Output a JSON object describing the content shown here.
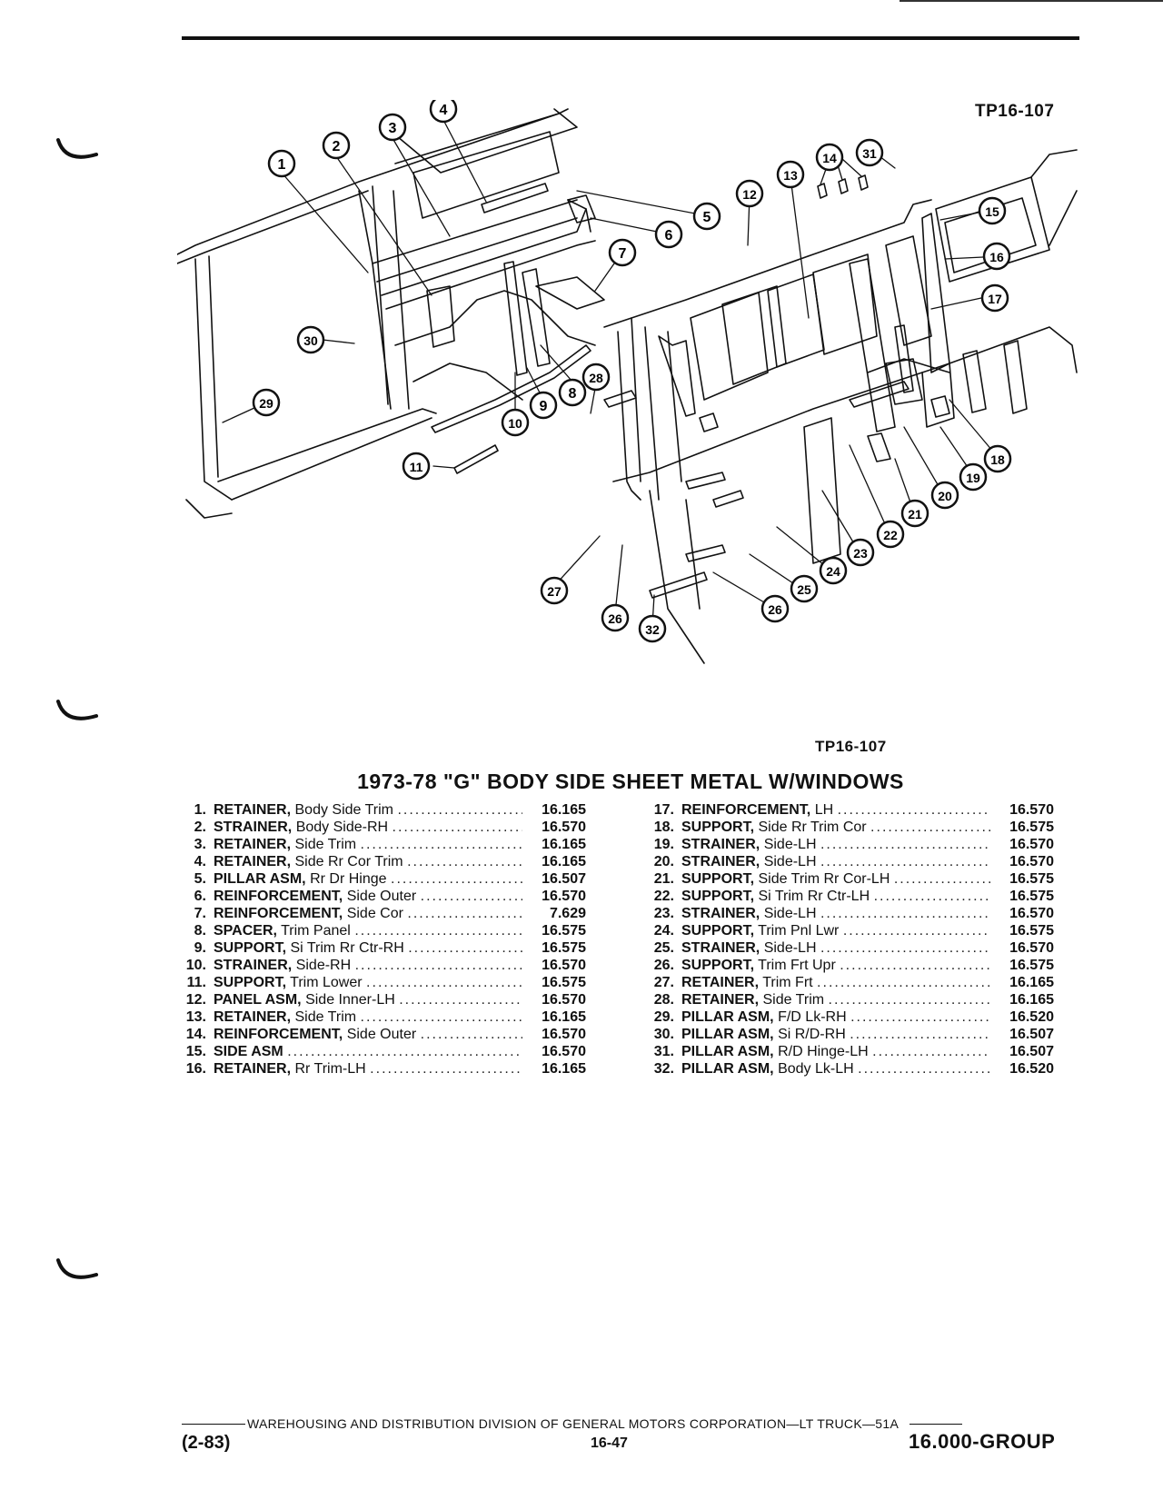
{
  "figure_code_top": "TP16-107",
  "figure_code_mid": "TP16-107",
  "title": "1973-78 \"G\" BODY SIDE SHEET METAL W/WINDOWS",
  "callouts": [
    "1",
    "2",
    "3",
    "4",
    "5",
    "6",
    "7",
    "8",
    "9",
    "10",
    "11",
    "12",
    "13",
    "14",
    "15",
    "16",
    "17",
    "18",
    "19",
    "20",
    "21",
    "22",
    "23",
    "24",
    "25",
    "26",
    "26",
    "27",
    "28",
    "29",
    "30",
    "31",
    "32"
  ],
  "parts_left": [
    {
      "num": "1.",
      "name": "RETAINER,",
      "desc": "Body Side Trim",
      "code": "16.165"
    },
    {
      "num": "2.",
      "name": "STRAINER,",
      "desc": "Body Side-RH",
      "code": "16.570"
    },
    {
      "num": "3.",
      "name": "RETAINER,",
      "desc": "Side Trim",
      "code": "16.165"
    },
    {
      "num": "4.",
      "name": "RETAINER,",
      "desc": "Side Rr Cor Trim",
      "code": "16.165"
    },
    {
      "num": "5.",
      "name": "PILLAR ASM,",
      "desc": "Rr Dr Hinge",
      "code": "16.507"
    },
    {
      "num": "6.",
      "name": "REINFORCEMENT,",
      "desc": "Side Outer",
      "code": "16.570"
    },
    {
      "num": "7.",
      "name": "REINFORCEMENT,",
      "desc": "Side Cor",
      "code": "7.629"
    },
    {
      "num": "8.",
      "name": "SPACER,",
      "desc": "Trim Panel",
      "code": "16.575"
    },
    {
      "num": "9.",
      "name": "SUPPORT,",
      "desc": "Si Trim Rr Ctr-RH",
      "code": "16.575"
    },
    {
      "num": "10.",
      "name": "STRAINER,",
      "desc": "Side-RH",
      "code": "16.570"
    },
    {
      "num": "11.",
      "name": "SUPPORT,",
      "desc": "Trim Lower",
      "code": "16.575"
    },
    {
      "num": "12.",
      "name": "PANEL ASM,",
      "desc": "Side Inner-LH",
      "code": "16.570"
    },
    {
      "num": "13.",
      "name": "RETAINER,",
      "desc": "Side Trim",
      "code": "16.165"
    },
    {
      "num": "14.",
      "name": "REINFORCEMENT,",
      "desc": "Side Outer",
      "code": "16.570"
    },
    {
      "num": "15.",
      "name": "SIDE ASM",
      "desc": "",
      "code": "16.570"
    },
    {
      "num": "16.",
      "name": "RETAINER,",
      "desc": "Rr Trim-LH",
      "code": "16.165"
    }
  ],
  "parts_right": [
    {
      "num": "17.",
      "name": "REINFORCEMENT,",
      "desc": "LH",
      "code": "16.570"
    },
    {
      "num": "18.",
      "name": "SUPPORT,",
      "desc": "Side Rr Trim Cor",
      "code": "16.575"
    },
    {
      "num": "19.",
      "name": "STRAINER,",
      "desc": "Side-LH",
      "code": "16.570"
    },
    {
      "num": "20.",
      "name": "STRAINER,",
      "desc": "Side-LH",
      "code": "16.570"
    },
    {
      "num": "21.",
      "name": "SUPPORT,",
      "desc": "Side Trim Rr Cor-LH",
      "code": "16.575"
    },
    {
      "num": "22.",
      "name": "SUPPORT,",
      "desc": "Si Trim Rr Ctr-LH",
      "code": "16.575"
    },
    {
      "num": "23.",
      "name": "STRAINER,",
      "desc": "Side-LH",
      "code": "16.570"
    },
    {
      "num": "24.",
      "name": "SUPPORT,",
      "desc": "Trim Pnl Lwr",
      "code": "16.575"
    },
    {
      "num": "25.",
      "name": "STRAINER,",
      "desc": "Side-LH",
      "code": "16.570"
    },
    {
      "num": "26.",
      "name": "SUPPORT,",
      "desc": "Trim Frt Upr",
      "code": "16.575"
    },
    {
      "num": "27.",
      "name": "RETAINER,",
      "desc": "Trim Frt",
      "code": "16.165"
    },
    {
      "num": "28.",
      "name": "RETAINER,",
      "desc": "Side Trim",
      "code": "16.165"
    },
    {
      "num": "29.",
      "name": "PILLAR ASM,",
      "desc": "F/D Lk-RH",
      "code": "16.520"
    },
    {
      "num": "30.",
      "name": "PILLAR ASM,",
      "desc": "Si R/D-RH",
      "code": "16.507"
    },
    {
      "num": "31.",
      "name": "PILLAR ASM,",
      "desc": "R/D Hinge-LH",
      "code": "16.507"
    },
    {
      "num": "32.",
      "name": "PILLAR ASM,",
      "desc": "Body Lk-LH",
      "code": "16.520"
    }
  ],
  "footer": {
    "division": "WAREHOUSING AND DISTRIBUTION  DIVISION OF GENERAL MOTORS CORPORATION—LT TRUCK—51A",
    "date": "(2-83)",
    "page": "16-47",
    "group": "16.000-GROUP"
  }
}
